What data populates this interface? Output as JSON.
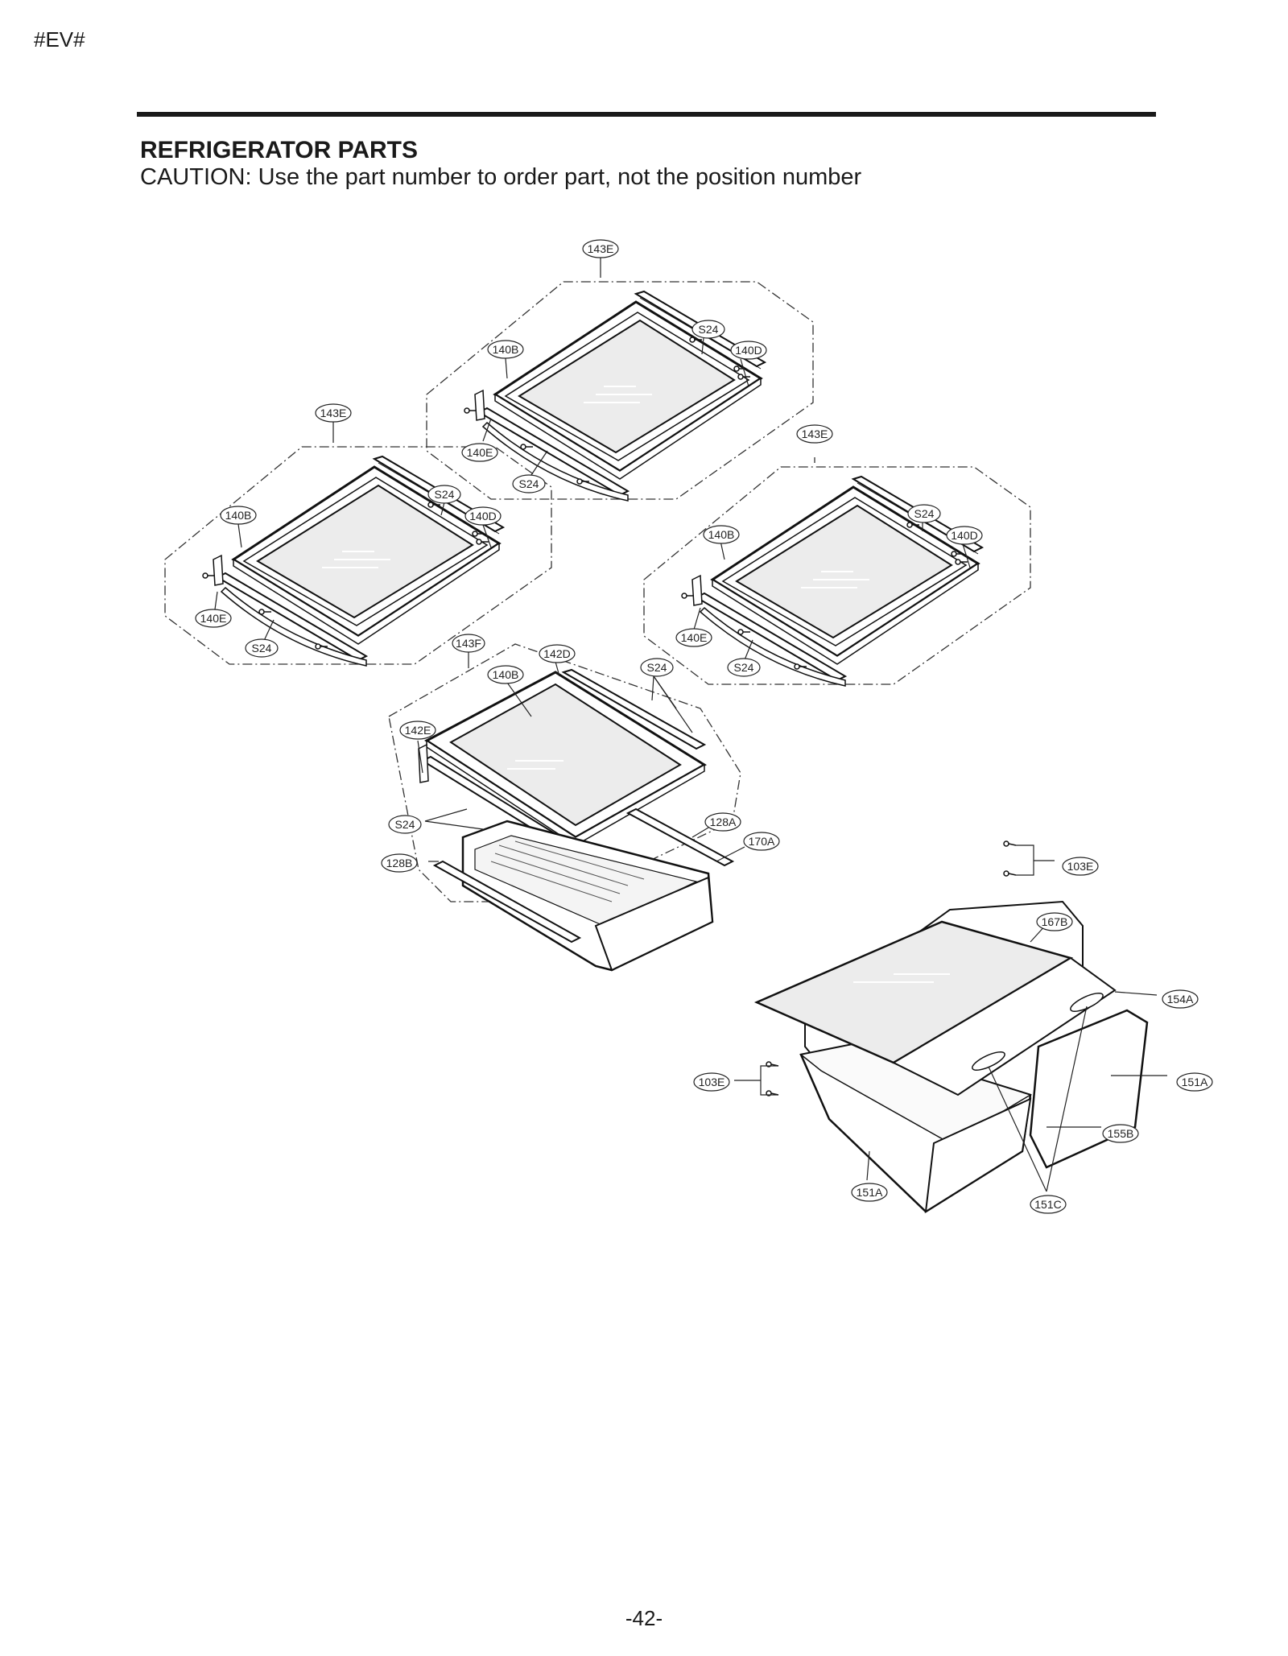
{
  "header": {
    "tag": "#EV#",
    "title": "REFRIGERATOR PARTS",
    "caution": "CAUTION: Use the part number to order part, not the position number"
  },
  "footer": {
    "page_number": "-42-"
  },
  "callouts": {
    "c1": "143E",
    "c2": "S24",
    "c3": "140B",
    "c4": "140D",
    "c5": "140E",
    "c6": "S24",
    "c7": "143E",
    "c8": "S24",
    "c9": "140B",
    "c10": "140D",
    "c11": "140E",
    "c12": "S24",
    "c13": "143E",
    "c14": "S24",
    "c15": "140B",
    "c16": "140D",
    "c17": "140E",
    "c18": "S24",
    "c19": "143F",
    "c20": "142D",
    "c21": "140B",
    "c22": "S24",
    "c23": "142E",
    "c24": "S24",
    "c25": "128A",
    "c26": "170A",
    "c27": "128B",
    "c28": "103E",
    "c29": "167B",
    "c30": "154A",
    "c31": "103E",
    "c32": "151A",
    "c33": "155B",
    "c34": "151A",
    "c35": "151C"
  }
}
